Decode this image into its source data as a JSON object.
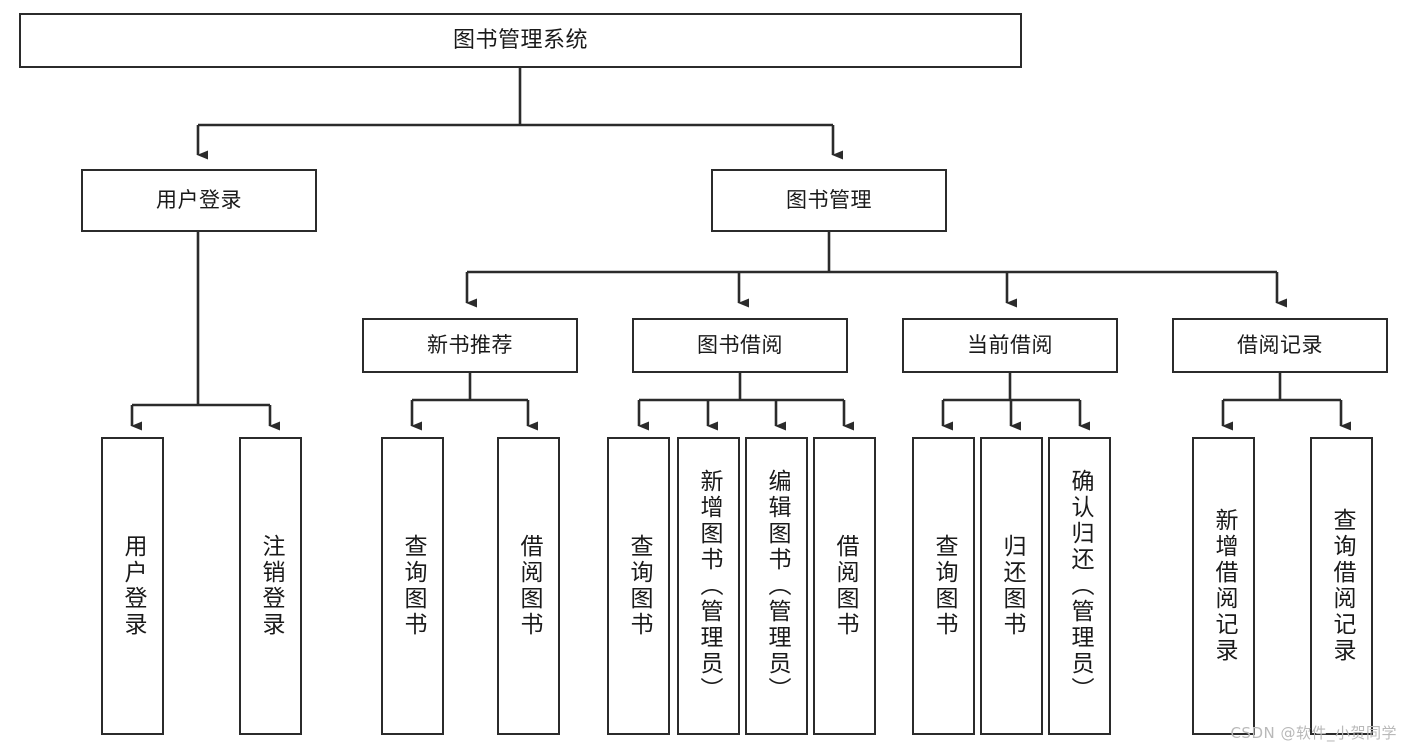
{
  "diagram": {
    "title": "图书管理系统",
    "type": "tree-org-chart",
    "colors": {
      "box_border": "#2b2b2b",
      "box_fill": "#ffffff",
      "edge": "#2b2b2b",
      "text": "#1a1a1a",
      "watermark": "#b9b9b9",
      "background": "#ffffff"
    },
    "root": {
      "label": "图书管理系统"
    },
    "level2": [
      {
        "label": "用户登录"
      },
      {
        "label": "图书管理"
      }
    ],
    "level3": [
      {
        "label": "新书推荐"
      },
      {
        "label": "图书借阅"
      },
      {
        "label": "当前借阅"
      },
      {
        "label": "借阅记录"
      }
    ],
    "leaves": {
      "user_login": [
        {
          "label": "用户登录"
        },
        {
          "label": "注销登录"
        }
      ],
      "new_book_recommend": [
        {
          "label": "查询图书"
        },
        {
          "label": "借阅图书"
        }
      ],
      "book_borrow": [
        {
          "label": "查询图书"
        },
        {
          "label": "新增图书（管理员）"
        },
        {
          "label": "编辑图书（管理员）"
        },
        {
          "label": "借阅图书"
        }
      ],
      "current_borrow": [
        {
          "label": "查询图书"
        },
        {
          "label": "归还图书"
        },
        {
          "label": "确认归还（管理员）"
        }
      ],
      "borrow_record": [
        {
          "label": "新增借阅记录"
        },
        {
          "label": "查询借阅记录"
        }
      ]
    },
    "watermark": "CSDN @软件_小贺同学"
  }
}
